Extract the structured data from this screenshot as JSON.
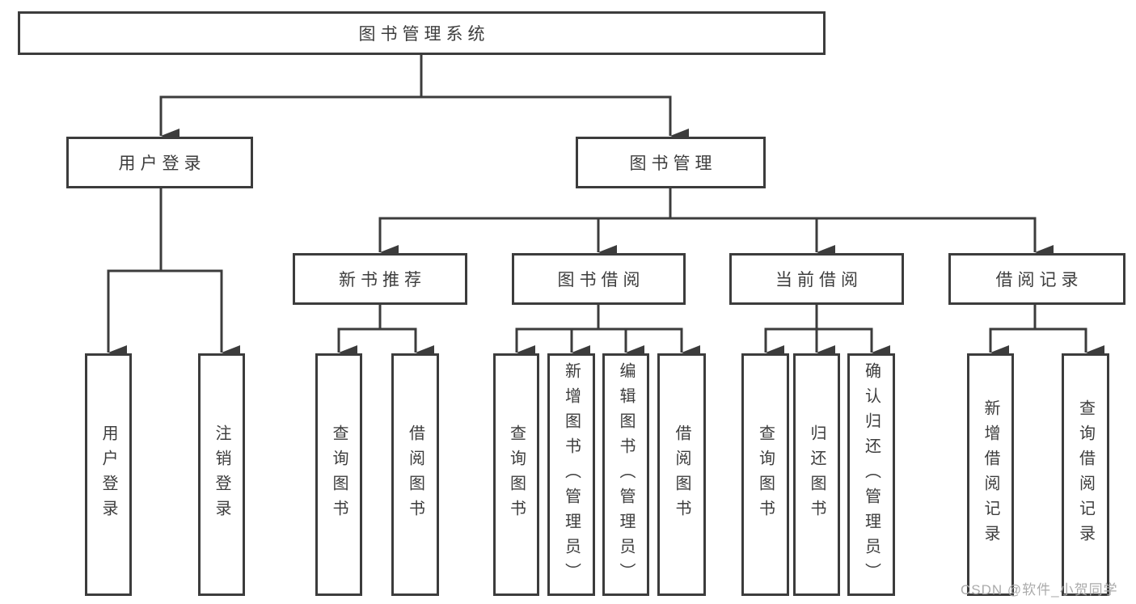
{
  "diagram": {
    "title_node": "图书管理系统",
    "tree": {
      "root": {
        "label": "图书管理系统"
      },
      "branches": [
        {
          "label": "用户登录",
          "children": [
            {
              "label": "用户登录"
            },
            {
              "label": "注销登录"
            }
          ]
        },
        {
          "label": "图书管理",
          "sections": [
            {
              "label": "新书推荐",
              "children": [
                {
                  "label": "查询图书"
                },
                {
                  "label": "借阅图书"
                }
              ]
            },
            {
              "label": "图书借阅",
              "children": [
                {
                  "label": "查询图书"
                },
                {
                  "label": "新增图书（管理员）"
                },
                {
                  "label": "编辑图书（管理员）"
                },
                {
                  "label": "借阅图书"
                }
              ]
            },
            {
              "label": "当前借阅",
              "children": [
                {
                  "label": "查询图书"
                },
                {
                  "label": "归还图书"
                },
                {
                  "label": "确认归还（管理员）"
                }
              ]
            },
            {
              "label": "借阅记录",
              "children": [
                {
                  "label": "新增借阅记录"
                },
                {
                  "label": "查询借阅记录"
                }
              ]
            }
          ]
        }
      ]
    },
    "colors": {
      "line": "#3c3c3c",
      "text": "#3d3d3d",
      "background": "#ffffff",
      "watermark": "#ababab"
    }
  },
  "watermark": {
    "text": "CSDN @软件_小贺同学"
  }
}
